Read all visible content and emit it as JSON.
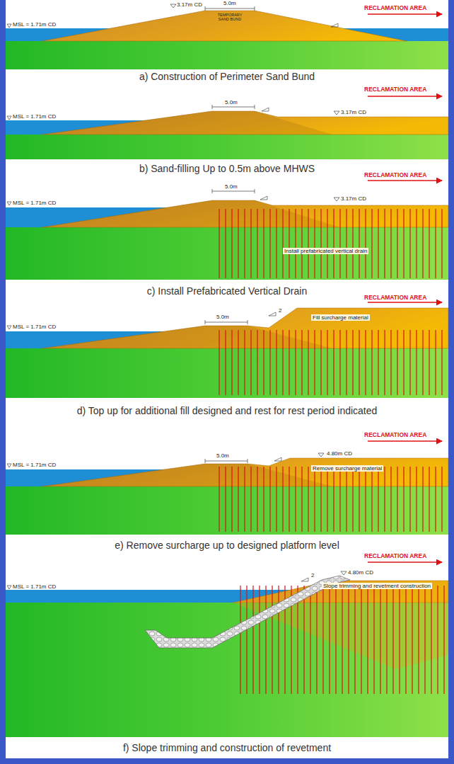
{
  "diagram": {
    "labels": [
      "3.17m CD",
      "5.0m",
      "TEMPORARY SAND BUND",
      "MSL = 1.71m CD",
      "RECLAMATION AREA",
      "a) Construction of Perimeter Sand Bund",
      "RECLAMATION AREA",
      "5.0m",
      "MSL = 1.71m CD",
      "3.17m CD",
      "b) Sand-filling Up to 0.5m above MHWS",
      "RECLAMATION AREA",
      "5.0m",
      "MSL = 1.71m CD",
      "3.17m CD",
      "Install prefabricated vertical drain",
      "c) Install Prefabricated Vertical Drain",
      "RECLAMATION AREA",
      "5.0m",
      "2",
      "Fill surcharge material",
      "MSL = 1.71m CD",
      "d) Top up for additional fill designed and rest for rest period indicated",
      "RECLAMATION AREA",
      "5.0m",
      "4.80m CD",
      "Remove surcharge material",
      "MSL = 1.71m CD",
      "e) Remove surcharge up to designed platform level",
      "RECLAMATION AREA",
      "4.80m CD",
      "2",
      "Slope trimming and revetment construction",
      "MSL = 1.71m CD",
      "f) Slope trimming and construction of revetment"
    ]
  }
}
